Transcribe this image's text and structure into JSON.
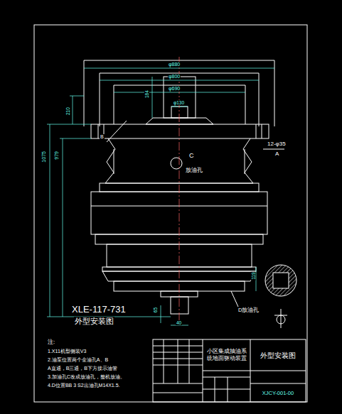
{
  "diagram": {
    "nodes": [
      {
        "text": [
          "小区集成抽油系统地面驱动装置"
        ]
      },
      {
        "text": [
          "外型安装图"
        ]
      },
      {
        "text": [
          "XJCY-001-00"
        ]
      }
    ],
    "labels": [
      "φ880",
      "φ800",
      "φ690",
      "φ130",
      "184",
      "210",
      "1075",
      "979",
      "B",
      "12-φ35",
      "A",
      "C",
      "放油孔",
      "119",
      "XLE-117-731",
      "外型安装图",
      "65",
      "40",
      "D放油孔",
      "注:",
      "1.X11机型侧装V3",
      "2.油泵位置两个金油孔A、B",
      "A直通，B三通，B下方接示油管",
      "3.加油孔C改成放油孔，整机放油。",
      "4.D位置BB 3 S2出油孔M14X1.5."
    ]
  }
}
